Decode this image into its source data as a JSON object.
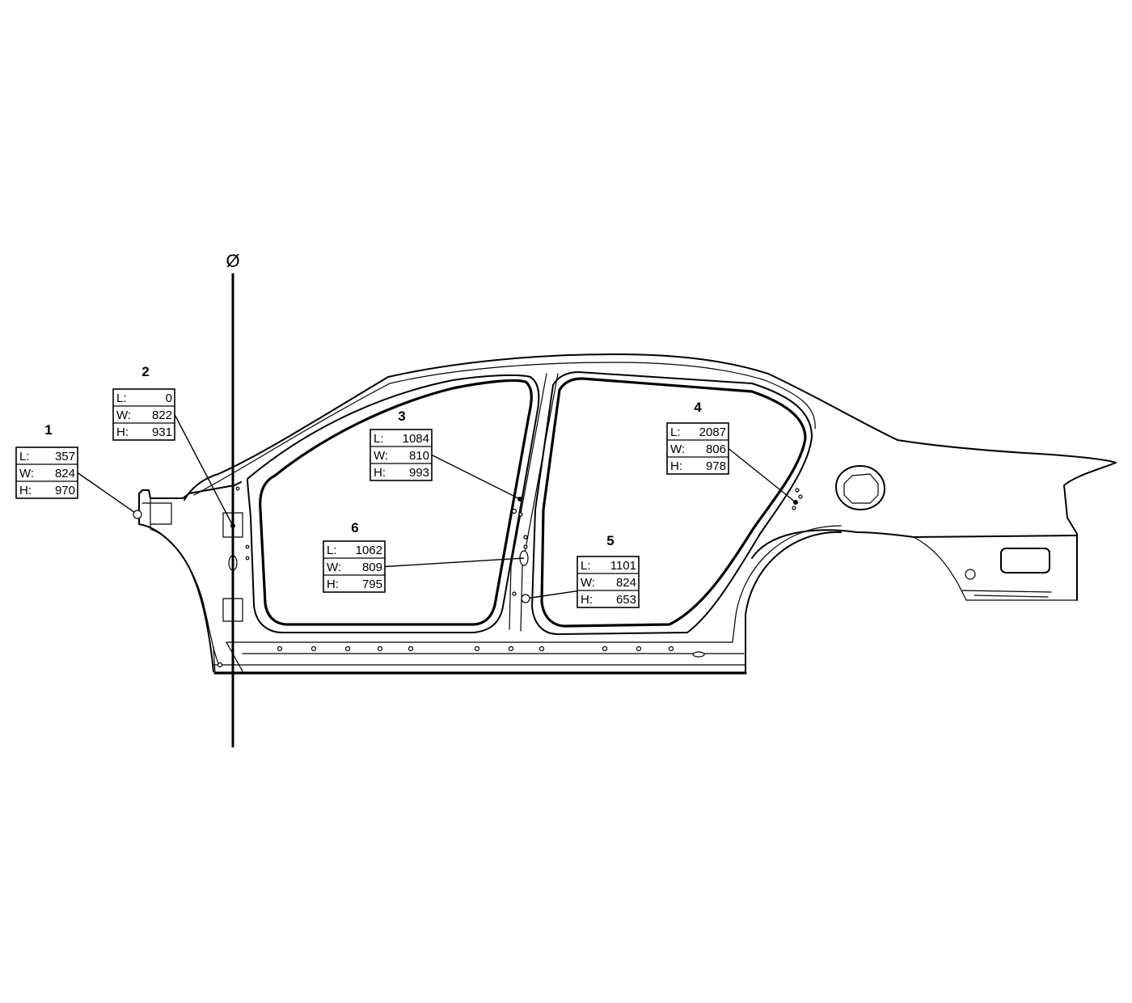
{
  "datum_symbol": "Ø",
  "measurement_points": [
    {
      "number": "1",
      "rows": [
        {
          "label": "L:",
          "value": "357"
        },
        {
          "label": "W:",
          "value": "824"
        },
        {
          "label": "H:",
          "value": "970"
        }
      ]
    },
    {
      "number": "2",
      "rows": [
        {
          "label": "L:",
          "value": "0"
        },
        {
          "label": "W:",
          "value": "822"
        },
        {
          "label": "H:",
          "value": "931"
        }
      ]
    },
    {
      "number": "3",
      "rows": [
        {
          "label": "L:",
          "value": "1084"
        },
        {
          "label": "W:",
          "value": "810"
        },
        {
          "label": "H:",
          "value": "993"
        }
      ]
    },
    {
      "number": "4",
      "rows": [
        {
          "label": "L:",
          "value": "2087"
        },
        {
          "label": "W:",
          "value": "806"
        },
        {
          "label": "H:",
          "value": "978"
        }
      ]
    },
    {
      "number": "5",
      "rows": [
        {
          "label": "L:",
          "value": "1101"
        },
        {
          "label": "W:",
          "value": "824"
        },
        {
          "label": "H:",
          "value": "653"
        }
      ]
    },
    {
      "number": "6",
      "rows": [
        {
          "label": "L:",
          "value": "1062"
        },
        {
          "label": "W:",
          "value": "809"
        },
        {
          "label": "H:",
          "value": "795"
        }
      ]
    }
  ]
}
